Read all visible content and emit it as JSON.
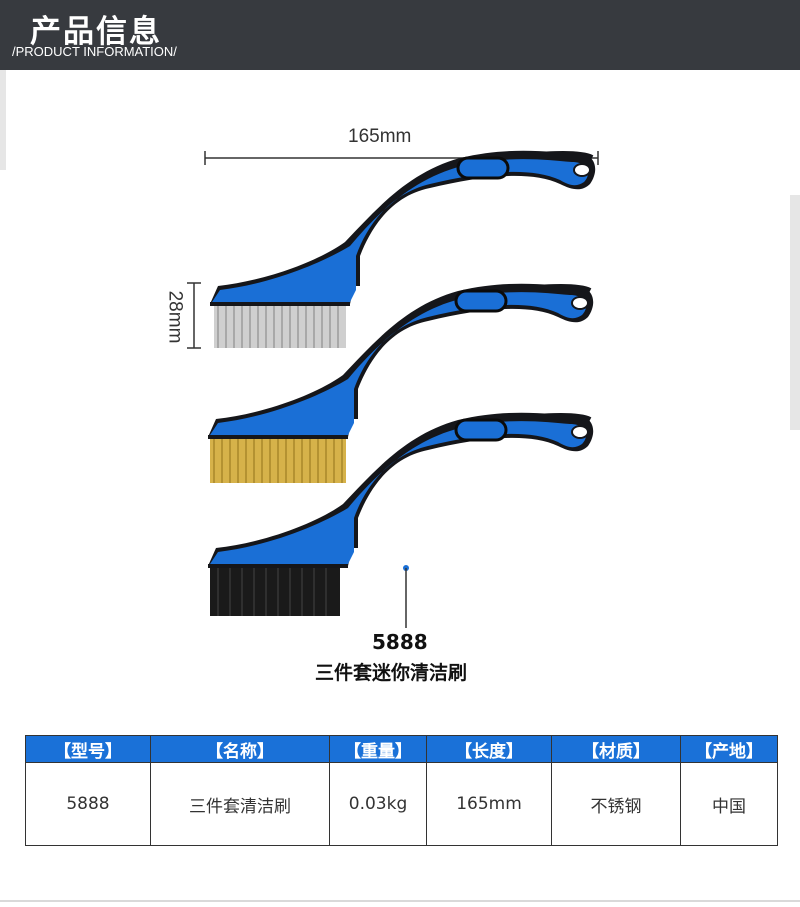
{
  "header": {
    "title": "产品信息",
    "subtitle": "/PRODUCT INFORMATION/"
  },
  "dimensions": {
    "width_label": "165mm",
    "height_label": "28mm"
  },
  "product": {
    "model": "5888",
    "name": "三件套迷你清洁刷"
  },
  "brushes": [
    {
      "bristle": "stainless-steel",
      "bristle_color": "#bdbdbd"
    },
    {
      "bristle": "brass",
      "bristle_color": "#c9a640"
    },
    {
      "bristle": "nylon",
      "bristle_color": "#1a1a1a"
    }
  ],
  "colors": {
    "handle_blue": "#1a6fd6",
    "handle_black": "#15161a",
    "header_bg": "#373a3f",
    "table_header_bg": "#1a71d8"
  },
  "spec_table": {
    "headers": [
      "【型号】",
      "【名称】",
      "【重量】",
      "【长度】",
      "【材质】",
      "【产地】"
    ],
    "row": [
      "5888",
      "三件套清洁刷",
      "0.03kg",
      "165mm",
      "不锈钢",
      "中国"
    ]
  }
}
